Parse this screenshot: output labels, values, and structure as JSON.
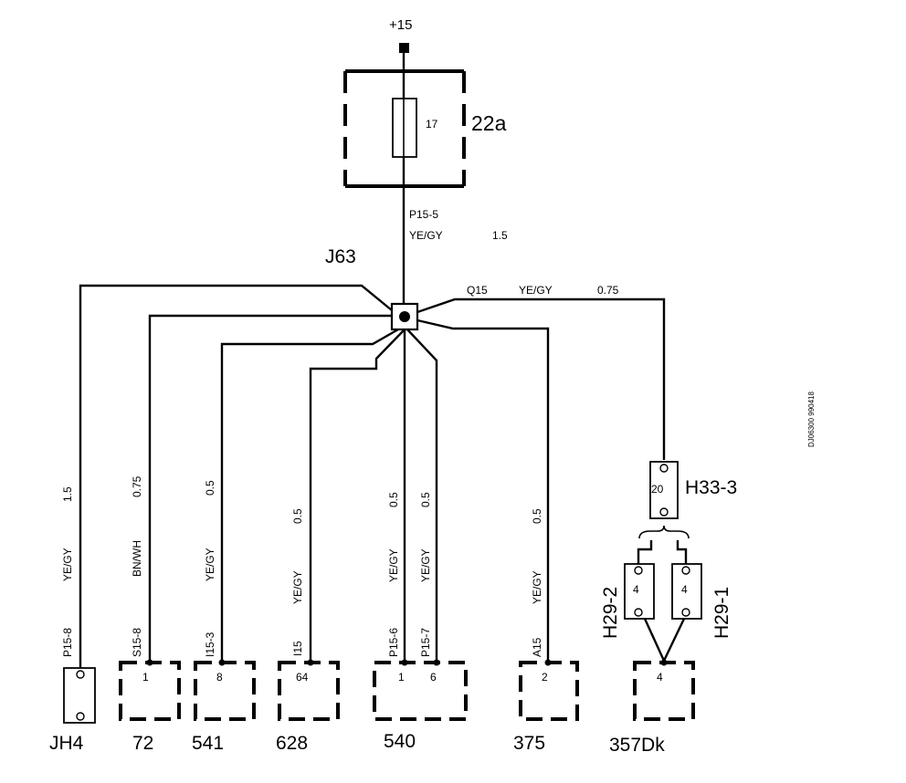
{
  "supply": {
    "label": "+15"
  },
  "fuse_box": {
    "id": "22a",
    "fuse_number": "17"
  },
  "main_wire": {
    "code": "P15-5",
    "color": "YE/GY",
    "size": "1.5"
  },
  "junction": {
    "id": "J63"
  },
  "branch_right": {
    "code": "Q15",
    "color": "YE/GY",
    "size": "0.75"
  },
  "doc_id": "DJ06300 990418",
  "wires": [
    {
      "code": "P15-8",
      "color": "YE/GY",
      "size": "1.5"
    },
    {
      "code": "S15-8",
      "color": "BN/WH",
      "size": "0.75"
    },
    {
      "code": "I15-3",
      "color": "YE/GY",
      "size": "0.5"
    },
    {
      "code": "I15",
      "color": "YE/GY",
      "size": "0.5"
    },
    {
      "code": "P15-6",
      "color": "YE/GY",
      "size": "0.5"
    },
    {
      "code": "P15-7",
      "color": "YE/GY",
      "size": "0.5"
    },
    {
      "code": "A15",
      "color": "YE/GY",
      "size": "0.5"
    }
  ],
  "connectors": [
    {
      "id": "JH4"
    },
    {
      "id": "72",
      "pin": "1"
    },
    {
      "id": "541",
      "pin": "8"
    },
    {
      "id": "628",
      "pin": "64"
    },
    {
      "id": "540",
      "pins": [
        "1",
        "6"
      ]
    },
    {
      "id": "375",
      "pin": "2"
    },
    {
      "id": "357Dk",
      "pin": "4"
    }
  ],
  "h33": {
    "id": "H33-3",
    "pin": "20"
  },
  "h29_2": {
    "id": "H29-2",
    "pin": "4"
  },
  "h29_1": {
    "id": "H29-1",
    "pin": "4"
  }
}
